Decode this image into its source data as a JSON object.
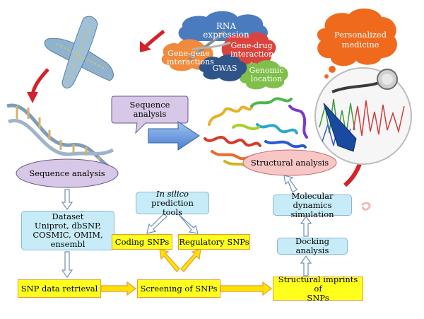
{
  "clouds": {
    "rna": "RNA expression",
    "gene_drug": "Gene-drug interaction",
    "gene_gene": "Gene-gene interactions",
    "gwas": "GWAS",
    "genomic": "Genomic location"
  },
  "personalized": "Personalized medicine",
  "sequence_callout": "Sequence analysis",
  "structural_analysis": "Structural analysis",
  "sequence_ellipse": "Sequence analysis",
  "dataset": {
    "line1": "Dataset",
    "line2": "Uniprot, dbSNP,",
    "line3": "COSMIC, OMIM,",
    "line4": "ensembl"
  },
  "prediction": {
    "italic": "In silico",
    "rest": " prediction",
    "line2": "tools"
  },
  "coding_snps": "Coding SNPs",
  "regulatory_snps": "Regulatory SNPs",
  "snp_retrieval": "SNP data retrieval",
  "screening": "Screening of SNPs",
  "structural_imprints": {
    "line1": "Structural imprints of",
    "line2": "SNPs"
  },
  "docking": "Docking analysis",
  "md": {
    "line1": "Molecular dynamics",
    "line2": "simulation"
  },
  "colors": {
    "red_arrow": "#d4222b",
    "blue_box": "#c7ecf7",
    "yellow_box": "#ffff1e",
    "orange_border": "#e69b33",
    "cloud_blue": "#4a7bbf",
    "cloud_orange": "#f08a3c",
    "cloud_red": "#d9453e",
    "cloud_green": "#7fbf4a",
    "cloud_navy": "#2f5489",
    "personalized_cloud": "#f06a1e",
    "lavender": "#d6c8e6",
    "pink": "#f9c6c6"
  }
}
